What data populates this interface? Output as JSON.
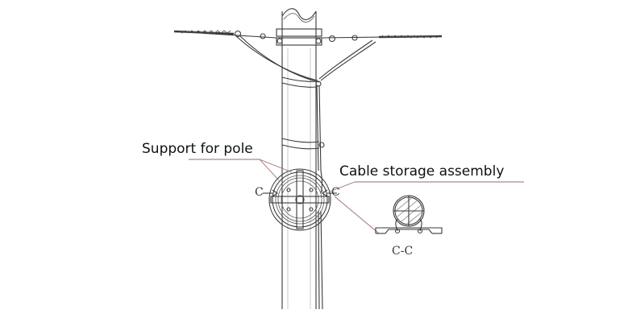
{
  "labels": {
    "support_for_pole": "Support for pole",
    "cable_storage_assembly": "Cable storage assembly",
    "section_mark_left": "C",
    "section_mark_right": "C",
    "section_title": "C-C"
  },
  "colors": {
    "line": "#3a3a3a",
    "leader": "#9a6a6a",
    "background": "#ffffff"
  }
}
